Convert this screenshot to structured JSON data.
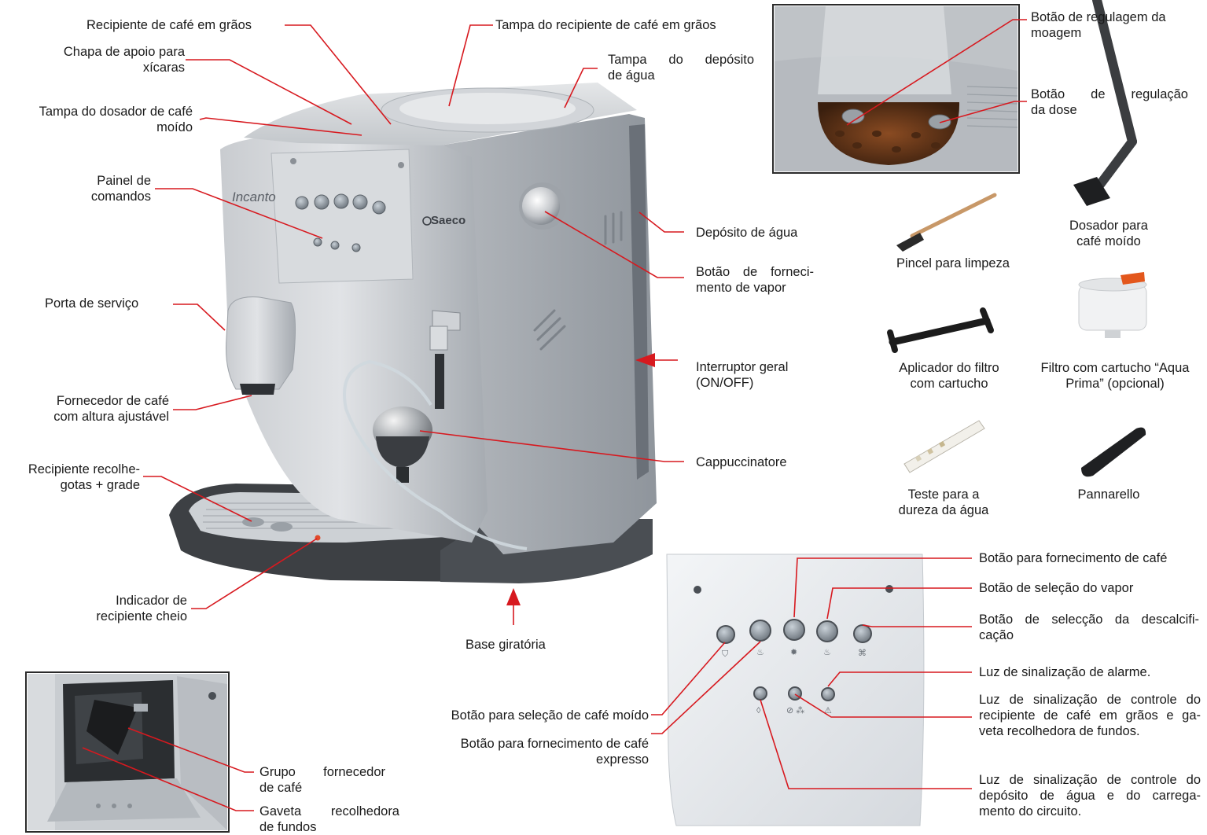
{
  "brand": {
    "logo_text": "Saeco",
    "model_text": "Incanto"
  },
  "callouts": {
    "recipiente_graos": "Recipiente de café em grãos",
    "chapa_apoio_l1": "Chapa de apoio para",
    "chapa_apoio_l2": "xícaras",
    "tampa_dosador_l1": "Tampa do dosador de café",
    "tampa_dosador_l2": "moído",
    "painel_l1": "Painel de",
    "painel_l2": "comandos",
    "porta_servico": "Porta de serviço",
    "fornecedor_l1": "Fornecedor de café",
    "fornecedor_l2": "com altura ajustável",
    "recolhe_l1": "Recipiente recolhe-",
    "recolhe_l2": "gotas + grade",
    "indicador_l1": "Indicador de",
    "indicador_l2": "recipiente cheio",
    "tampa_recipiente": "Tampa do recipiente de café em grãos",
    "tampa_deposito_l1": "Tampa do depósito",
    "tampa_deposito_l2": "de água",
    "deposito_agua": "Depósito de água",
    "vapor_l1": "Botão de forneci-",
    "vapor_l2": "mento de vapor",
    "interruptor_l1": "Interruptor geral",
    "interruptor_l2": "(ON/OFF)",
    "cappuccinatore": "Cappuccinatore",
    "base_giratoria": "Base giratória",
    "moagem_l1": "Botão de regulagem da",
    "moagem_l2": "moagem",
    "dose_l1": "Botão de regulação",
    "dose_l2": "da dose",
    "grupo_l1": "Grupo fornecedor",
    "grupo_l2": "de café",
    "gaveta_l1": "Gaveta recolhedora",
    "gaveta_l2": "de fundos"
  },
  "accessories": {
    "pincel": "Pincel para limpeza",
    "dosador_l1": "Dosador para",
    "dosador_l2": "café moído",
    "aplicador_l1": "Aplicador do filtro",
    "aplicador_l2": "com cartucho",
    "filtro_l1": "Filtro com cartucho “Aqua",
    "filtro_l2": "Prima” (opcional)",
    "teste_l1": "Teste para a",
    "teste_l2": "dureza da água",
    "pannarello": "Pannarello"
  },
  "panel": {
    "cafe_moido": "Botão para seleção de café moído",
    "expresso_l1": "Botão para fornecimento de café",
    "expresso_l2": "expresso",
    "fornecimento_cafe": "Botão para fornecimento de café",
    "selecao_vapor": "Botão de seleção do vapor",
    "descalc_l1": "Botão de selecção da descalcifi-",
    "descalc_l2": "cação",
    "alarme": "Luz de sinalização de alarme.",
    "graos_l1": "Luz de sinalização de controle do",
    "graos_l2": "recipiente de café em grãos e ga-",
    "graos_l3": "veta recolhedora de fundos.",
    "agua_l1": "Luz de sinalização de controle do",
    "agua_l2": "depósito de água e do carrega-",
    "agua_l3": "mento do circuito."
  },
  "colors": {
    "leader": "#d7191f",
    "body_silver": "#b9bdc2",
    "panel_white": "#e9ecef",
    "beans": "#6b3b1f"
  }
}
